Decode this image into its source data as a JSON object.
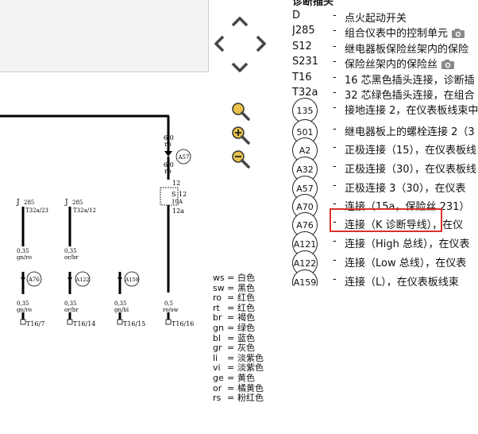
{
  "legend": {
    "header": "诊断插头",
    "items": [
      {
        "code": "D",
        "desc": "点火起动开关",
        "camera": false
      },
      {
        "code": "J285",
        "desc": "组合仪表中的控制单元",
        "camera": true
      },
      {
        "code": "S12",
        "desc": "继电器板保险丝架内的保险",
        "camera": false
      },
      {
        "code": "S231",
        "desc": "保险丝架内的保险丝",
        "camera": true
      },
      {
        "code": "T16",
        "desc": "16 芯黑色插头连接，诊断插",
        "camera": false
      },
      {
        "code": "T32a",
        "desc": "32 芯绿色插头连接，在组合",
        "camera": false
      }
    ],
    "bubble_items": [
      {
        "code": "135",
        "desc": "接地连接 2，在仪表板线束中"
      },
      {
        "code": "501",
        "desc": "继电器板上的螺栓连接 2（3"
      },
      {
        "code": "A2",
        "desc": "正极连接（15），在仪表板线"
      },
      {
        "code": "A32",
        "desc": "正极连接（30），在仪表板线"
      },
      {
        "code": "A57",
        "desc": "正极连接 3（30），在仪表"
      },
      {
        "code": "A70",
        "desc": "连接（15a，保险丝 231）"
      },
      {
        "code": "A76",
        "desc": "连接（K 诊断导线），在仪"
      },
      {
        "code": "A121",
        "desc": "连接（High 总线），在仪表"
      },
      {
        "code": "A122",
        "desc": "连接（Low 总线），在仪表"
      },
      {
        "code": "A159",
        "desc": "连接（L），在仪表板线束"
      }
    ]
  },
  "colors": [
    {
      "code": "ws",
      "name": "白色"
    },
    {
      "code": "sw",
      "name": "黑色"
    },
    {
      "code": "ro",
      "name": "红色"
    },
    {
      "code": "rt",
      "name": "红色"
    },
    {
      "code": "br",
      "name": "褐色"
    },
    {
      "code": "gn",
      "name": "绿色"
    },
    {
      "code": "bl",
      "name": "蓝色"
    },
    {
      "code": "gr",
      "name": "灰色"
    },
    {
      "code": "li",
      "name": "淡紫色"
    },
    {
      "code": "vi",
      "name": "淡紫色"
    },
    {
      "code": "ge",
      "name": "黄色"
    },
    {
      "code": "or",
      "name": "橘黄色"
    },
    {
      "code": "rs",
      "name": "粉红色"
    }
  ],
  "diagram": {
    "wire1": {
      "gauge": "6,0",
      "color": "ro"
    },
    "wire2": {
      "gauge": "6,0",
      "color": "ro"
    },
    "connector_a57": "A57",
    "fuse": {
      "name": "S",
      "num": "12",
      "rating": "10A",
      "pin_top": "12",
      "pin_bottom": "12a"
    },
    "j285_1": {
      "name": "J",
      "sub": "285",
      "pin": "T32a/23"
    },
    "j285_2": {
      "name": "J",
      "sub": "285",
      "pin": "T32a/12"
    },
    "w_gnro_a": {
      "gauge": "0,35",
      "color": "gn/ro"
    },
    "w_orbr_a": {
      "gauge": "0,35",
      "color": "or/br"
    },
    "a76": "A76",
    "a122": "A122",
    "a159": "A159",
    "w_gnro_b": {
      "gauge": "0,35",
      "color": "gn/ro"
    },
    "w_orbr_b": {
      "gauge": "0,35",
      "color": "or/br"
    },
    "w_gnbl": {
      "gauge": "0,35",
      "color": "gn/bl"
    },
    "w_rosw": {
      "gauge": "0,5",
      "color": "ro/sw"
    },
    "t16_7": "T16/7",
    "t16_14": "T16/14",
    "t16_15": "T16/15",
    "t16_16": "T16/16"
  }
}
